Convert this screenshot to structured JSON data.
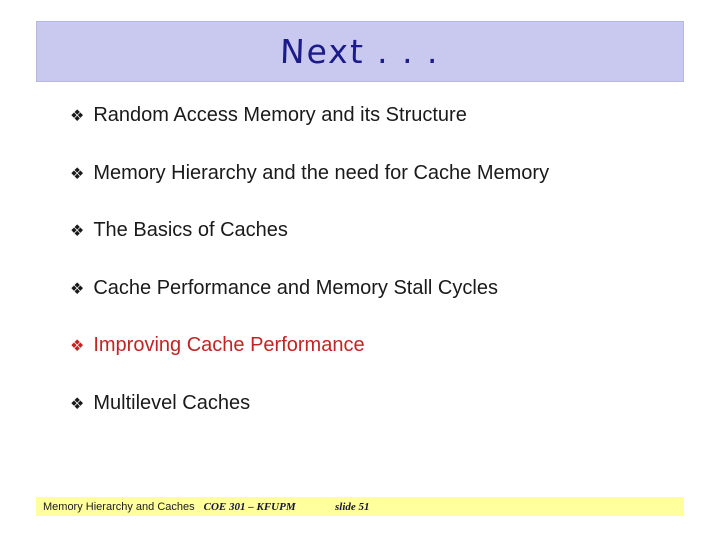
{
  "slide": {
    "title": "Next . . .",
    "bullet_glyph": "❖",
    "bullets": [
      {
        "label": "Random Access Memory and its Structure",
        "emphasis": false
      },
      {
        "label": "Memory Hierarchy and the need for Cache Memory",
        "emphasis": false
      },
      {
        "label": "The Basics of Caches",
        "emphasis": false
      },
      {
        "label": "Cache Performance and Memory Stall Cycles",
        "emphasis": false
      },
      {
        "label": "Improving Cache Performance",
        "emphasis": true
      },
      {
        "label": "Multilevel Caches",
        "emphasis": false
      }
    ],
    "footer": {
      "course_title": "Memory Hierarchy and Caches",
      "course_code": "COE 301 – KFUPM",
      "slide_number": "slide 51"
    },
    "colors": {
      "title_bg": "#c9c9ef",
      "title_fg": "#1b1b8a",
      "body_fg": "#1a1a1a",
      "accent_red": "#c32323",
      "footer_bg": "#ffff9e"
    }
  }
}
